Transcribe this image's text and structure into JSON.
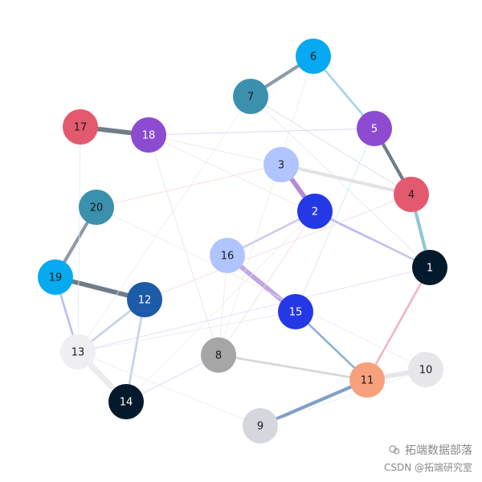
{
  "graph": {
    "nodes": [
      {
        "id": "1",
        "color": "#041a2c"
      },
      {
        "id": "2",
        "color": "#2538e6"
      },
      {
        "id": "3",
        "color": "#b0c4ff"
      },
      {
        "id": "4",
        "color": "#e35a6e"
      },
      {
        "id": "5",
        "color": "#8c4bd1"
      },
      {
        "id": "6",
        "color": "#07a9f0"
      },
      {
        "id": "7",
        "color": "#3a90ad"
      },
      {
        "id": "8",
        "color": "#a6a6a6"
      },
      {
        "id": "9",
        "color": "#d6d7dc"
      },
      {
        "id": "10",
        "color": "#e7e7ea"
      },
      {
        "id": "11",
        "color": "#f6a17b"
      },
      {
        "id": "12",
        "color": "#1d5aa8"
      },
      {
        "id": "13",
        "color": "#efeff1"
      },
      {
        "id": "14",
        "color": "#041a2c"
      },
      {
        "id": "15",
        "color": "#2538e6"
      },
      {
        "id": "16",
        "color": "#b0c4ff"
      },
      {
        "id": "17",
        "color": "#e35a6e"
      },
      {
        "id": "18",
        "color": "#8c4bd1"
      },
      {
        "id": "19",
        "color": "#07a9f0"
      },
      {
        "id": "20",
        "color": "#3a90ad"
      }
    ],
    "edges": [
      {
        "source": "6",
        "target": "7",
        "color": "#8e9aa5",
        "strength": 3
      },
      {
        "source": "6",
        "target": "5",
        "color": "#a8d4e3",
        "strength": 2
      },
      {
        "source": "5",
        "target": "4",
        "color": "#6f7d89",
        "strength": 3
      },
      {
        "source": "4",
        "target": "1",
        "color": "#8fc8d8",
        "strength": 3
      },
      {
        "source": "17",
        "target": "18",
        "color": "#6f7d89",
        "strength": 4
      },
      {
        "source": "3",
        "target": "2",
        "color": "#b28bd9",
        "strength": 4
      },
      {
        "source": "2",
        "target": "1",
        "color": "#b6bbf0",
        "strength": 2
      },
      {
        "source": "16",
        "target": "15",
        "color": "#c2a5e3",
        "strength": 4
      },
      {
        "source": "16",
        "target": "2",
        "color": "#d2c7f1",
        "strength": 2
      },
      {
        "source": "15",
        "target": "11",
        "color": "#8fb2d4",
        "strength": 2
      },
      {
        "source": "11",
        "target": "9",
        "color": "#7f9fc7",
        "strength": 3
      },
      {
        "source": "11",
        "target": "10",
        "color": "#e6e6e8",
        "strength": 4
      },
      {
        "source": "11",
        "target": "1",
        "color": "#f2b5c0",
        "strength": 2
      },
      {
        "source": "8",
        "target": "11",
        "color": "#d5d6da",
        "strength": 2
      },
      {
        "source": "20",
        "target": "19",
        "color": "#8e9aa5",
        "strength": 3
      },
      {
        "source": "19",
        "target": "12",
        "color": "#6f7d89",
        "strength": 4
      },
      {
        "source": "19",
        "target": "13",
        "color": "#b9bff2",
        "strength": 2
      },
      {
        "source": "13",
        "target": "14",
        "color": "#ececee",
        "strength": 5
      },
      {
        "source": "12",
        "target": "14",
        "color": "#c6d0e8",
        "strength": 2
      },
      {
        "source": "12",
        "target": "13",
        "color": "#c6d0e8",
        "strength": 2
      },
      {
        "source": "3",
        "target": "4",
        "color": "#e3e3e5",
        "strength": 3
      },
      {
        "source": "7",
        "target": "4",
        "color": "#cfd7e6",
        "strength": 1
      },
      {
        "source": "18",
        "target": "5",
        "color": "#c9cdf3",
        "strength": 1
      },
      {
        "source": "15",
        "target": "5",
        "color": "#cbe8f4",
        "strength": 1
      },
      {
        "source": "20",
        "target": "3",
        "color": "#f7d7cf",
        "strength": 1
      },
      {
        "source": "13",
        "target": "1",
        "color": "#d8d9f7",
        "strength": 1
      },
      {
        "source": "8",
        "target": "2",
        "color": "#f3dada",
        "strength": 1
      },
      {
        "source": "12",
        "target": "4",
        "color": "#f3dada",
        "strength": 1
      },
      {
        "source": "18",
        "target": "8",
        "color": "#e2e3e6",
        "strength": 1
      },
      {
        "source": "7",
        "target": "13",
        "color": "#ececee",
        "strength": 1
      },
      {
        "source": "17",
        "target": "13",
        "color": "#d6ecf3",
        "strength": 1
      },
      {
        "source": "14",
        "target": "8",
        "color": "#cfd3ee",
        "strength": 1
      },
      {
        "source": "9",
        "target": "13",
        "color": "#ececee",
        "strength": 1
      },
      {
        "source": "9",
        "target": "10",
        "color": "#ececee",
        "strength": 1
      },
      {
        "source": "18",
        "target": "3",
        "color": "#e6e6e8",
        "strength": 1
      },
      {
        "source": "20",
        "target": "10",
        "color": "#ececee",
        "strength": 1
      },
      {
        "source": "6",
        "target": "8",
        "color": "#ececee",
        "strength": 1
      },
      {
        "source": "16",
        "target": "8",
        "color": "#f6e0e0",
        "strength": 1
      },
      {
        "source": "15",
        "target": "13",
        "color": "#e3e5f5",
        "strength": 1
      },
      {
        "source": "7",
        "target": "1",
        "color": "#dde7f0",
        "strength": 1
      },
      {
        "source": "18",
        "target": "1",
        "color": "#e6e6e8",
        "strength": 1
      },
      {
        "source": "14",
        "target": "2",
        "color": "#ececee",
        "strength": 1
      }
    ]
  },
  "watermark": {
    "line1": "拓端数据部落",
    "line2": "CSDN @拓端研究室"
  }
}
